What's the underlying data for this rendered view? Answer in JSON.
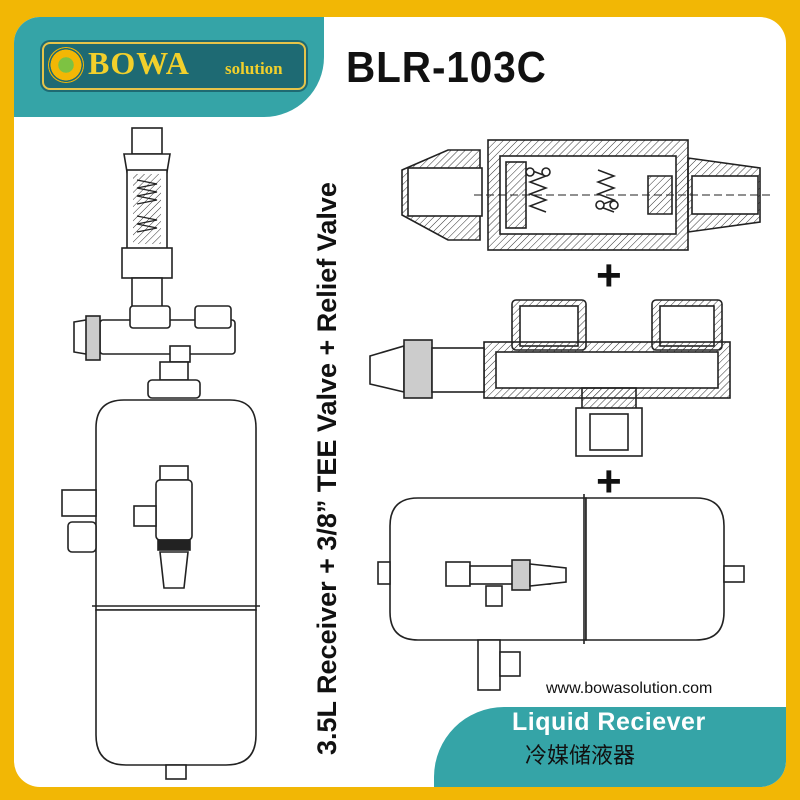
{
  "brand": {
    "name": "BOWA",
    "suffix": "solution"
  },
  "model": "BLR-103C",
  "vertical_title": "3.5L Receiver + 3/8” TEE Valve + Relief Valve",
  "plus_sign": "+",
  "website": "www.bowasolution.com",
  "caption_en": "Liquid Reciever",
  "caption_cn": "冷媒储液器",
  "colors": {
    "frame": "#f2b705",
    "teal": "#35a4a7",
    "logo_bg": "#1e6a73",
    "logo_text": "#f2d02b"
  },
  "illustrations": [
    "assembled-receiver-drawing",
    "relief-valve-drawing",
    "tee-valve-drawing",
    "receiver-tank-drawing"
  ]
}
